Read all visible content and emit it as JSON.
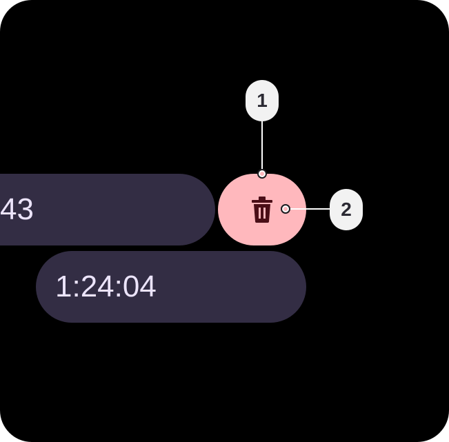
{
  "laps": [
    {
      "time": "43"
    },
    {
      "time": "1:24:04"
    }
  ],
  "delete_button": {
    "icon": "trash-icon",
    "color": "#ffb8bd",
    "icon_color": "#4a0e17"
  },
  "callouts": [
    {
      "label": "1"
    },
    {
      "label": "2"
    }
  ],
  "colors": {
    "background": "#000000",
    "chip": "#332d44",
    "chip_text": "#ece4fb",
    "badge": "#f2f2f2"
  }
}
